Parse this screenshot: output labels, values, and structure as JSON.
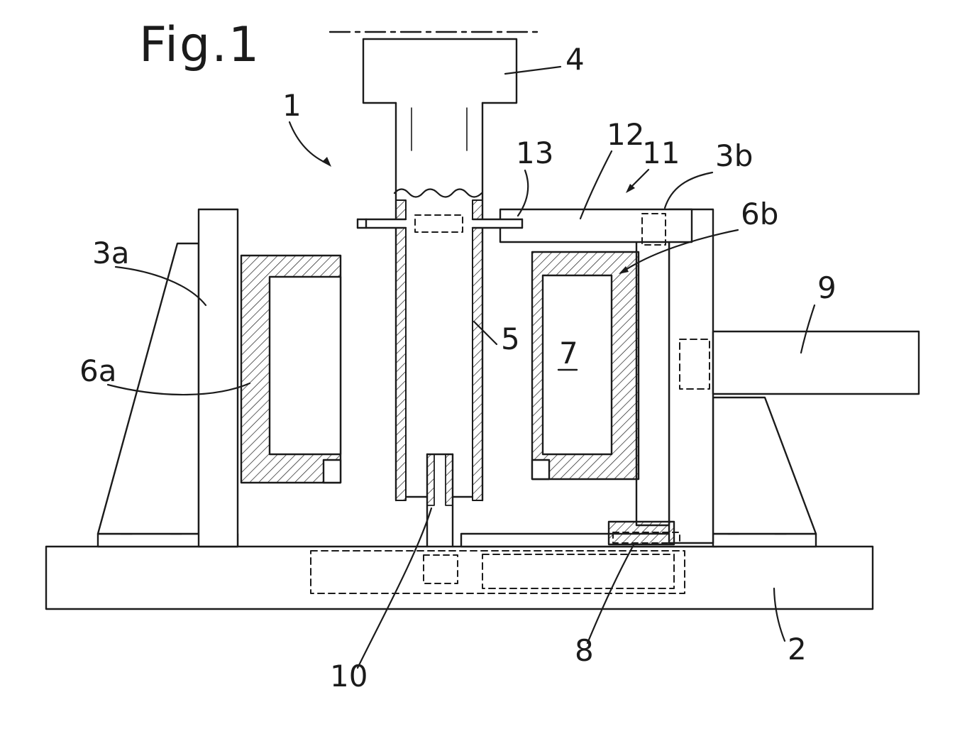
{
  "figure": {
    "title": "Fig.1",
    "labels": {
      "n1": "1",
      "n2": "2",
      "n3a": "3a",
      "n3b": "3b",
      "n4": "4",
      "n5": "5",
      "n6a": "6a",
      "n6b": "6b",
      "n7": "7",
      "n8": "8",
      "n9": "9",
      "n10": "10",
      "n11": "11",
      "n12": "12",
      "n13": "13"
    },
    "colors": {
      "ink": "#1b1b1b",
      "paper": "#ffffff"
    }
  }
}
